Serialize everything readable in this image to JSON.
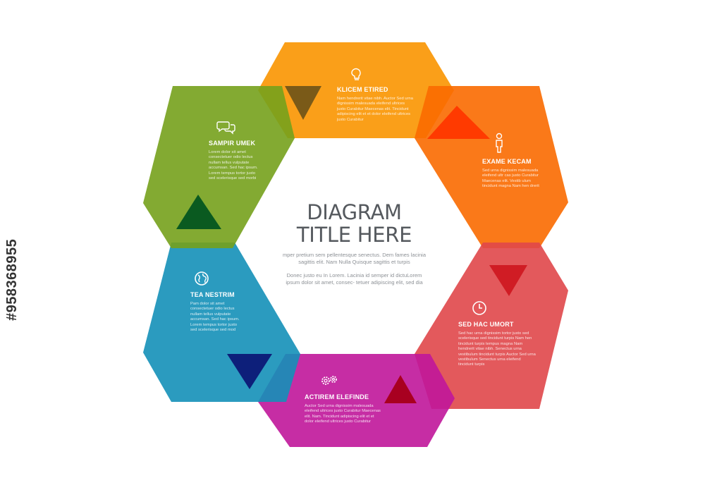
{
  "center": {
    "title_line1": "DIAGRAM",
    "title_line2": "TITLE HERE",
    "para1": "mper pretium sem pellentesque senectus. Dem fames lacinia sagittis elit. Nam Nulla Quisque sagittis et turpis",
    "para2": "Donec justo eu In Lorem. Lacinia id semper id dictuLorem ipsum dolor sit amet, consec- tetuer adipiscing elit, sed dia"
  },
  "segments": [
    {
      "label": "KLICEM ETIRED",
      "icon": "lightbulb-icon",
      "color": "#F99500",
      "text": "Nam hendrerit vitae nibh. Auctor Sed urna dignissim malesuada eleifend ultrices justo Curabitur Maecenas elit. Tincidunt adipiscing elit et et dolor eleifend ultrices justo Curabitur"
    },
    {
      "label": "EXAME KECAM",
      "icon": "person-icon",
      "color": "#F96A00",
      "text": "Sed urna dignissim malesuada eleifend ultr cas justo Curabitur Maecenas elit. Vestib ulum tincidunt magna Nam hen drerit"
    },
    {
      "label": "SED HAC UMORT",
      "icon": "clock-icon",
      "color": "#E0474A",
      "text": "Sed hac urna dignissim tortor justo sed scelerisque sed tincidunt turpis Nam hen tincidunt turpis tempus magna Nam hendrerit vitae nibh. Senectus urna vestibulum tincidunt turpis Auctor Sed urna vestibulum Senectus urna eleifend tincidunt turpis"
    },
    {
      "label": "ACTIREM ELEFINDE",
      "icon": "gears-icon",
      "color": "#C0169A",
      "text": "Auctor Sed urna dignissim malesuada eleifend ultrices justo Curabitur Maecenas elit. Nam. Tincidunt adipiscing elit et et dolor eleifend ultrices justo Curabitur"
    },
    {
      "label": "TEA NESTRIM",
      "icon": "globe-icon",
      "color": "#1490B8",
      "text": "Pam dolor sit amet consectetuer odio lectus nullam tellus vulputate accumsan. Sed hac ipsum. Lorem tempus tortor justo sed scelerisque sed mod"
    },
    {
      "label": "SAMPIR UMEK",
      "icon": "chat-bubbles-icon",
      "color": "#76A11C",
      "text": "Lorem dolor sit amet consectetuer odio lectus nullam tellus vulputate accumsan. Sed hac ipsum. Lorem tempus tortor justo sed scelerisque sed morbi"
    }
  ],
  "arrow_colors": [
    "#7A5A18",
    "#FF3A00",
    "#D01C24",
    "#A80020",
    "#0D1F7A",
    "#0A5A20"
  ],
  "credit": "#958368955"
}
